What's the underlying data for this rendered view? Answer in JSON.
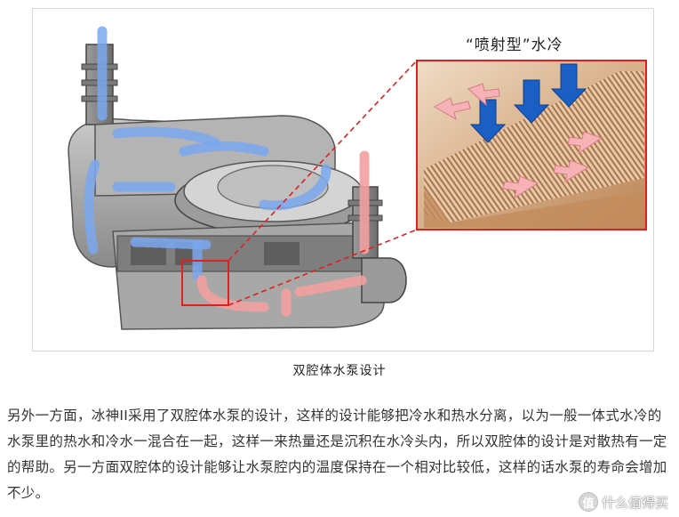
{
  "figure": {
    "inset_label": "“喷射型”水冷",
    "caption": "双腔体水泵设计"
  },
  "article": {
    "paragraph": "另外一方面，冰神II采用了双腔体水泵的设计，这样的设计能够把冷水和热水分离，以为一般一体式水冷的水泵里的热水和冷水一混合在一起，这样一来热量还是沉积在水冷头内，所以双腔体的设计是对散热有一定的帮助。另一方面双腔体的设计能够让水泵腔内的温度保持在一个相对比较低，这样的话水泵的寿命会增加不少。"
  },
  "watermark": {
    "logo_char": "值",
    "text": "什么值得买"
  },
  "colors": {
    "highlight_red": "#e02020",
    "cold_flow": "#5b8ee0",
    "hot_flow": "#f08a8a",
    "jet_blue": "#1b5fc4",
    "copper": "#c99a6a"
  }
}
